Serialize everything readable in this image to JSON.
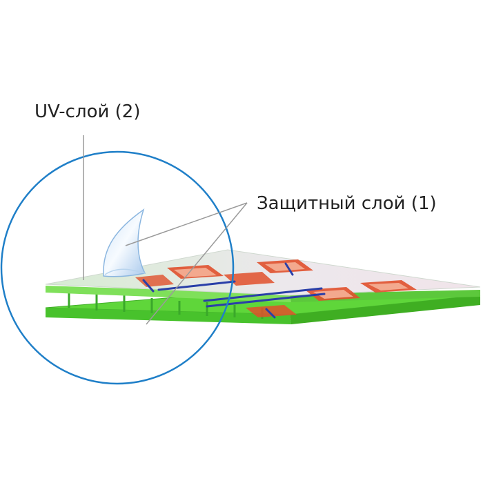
{
  "labels": {
    "uv_layer": "UV-слой (2)",
    "protective_layer": "Защитный слой (1)"
  },
  "colors": {
    "panel_green": "#5fd63a",
    "panel_green_dark": "#3fae22",
    "panel_green_light": "#8fe86a",
    "film_tint": "#dfeedd",
    "print_red": "#e0502c",
    "print_blue": "#2a3fa8",
    "circle_blue": "#1f7fc8",
    "leader_gray": "#9a9a9a"
  },
  "icons": {
    "peeling_corner": "peeling-film-corner"
  }
}
